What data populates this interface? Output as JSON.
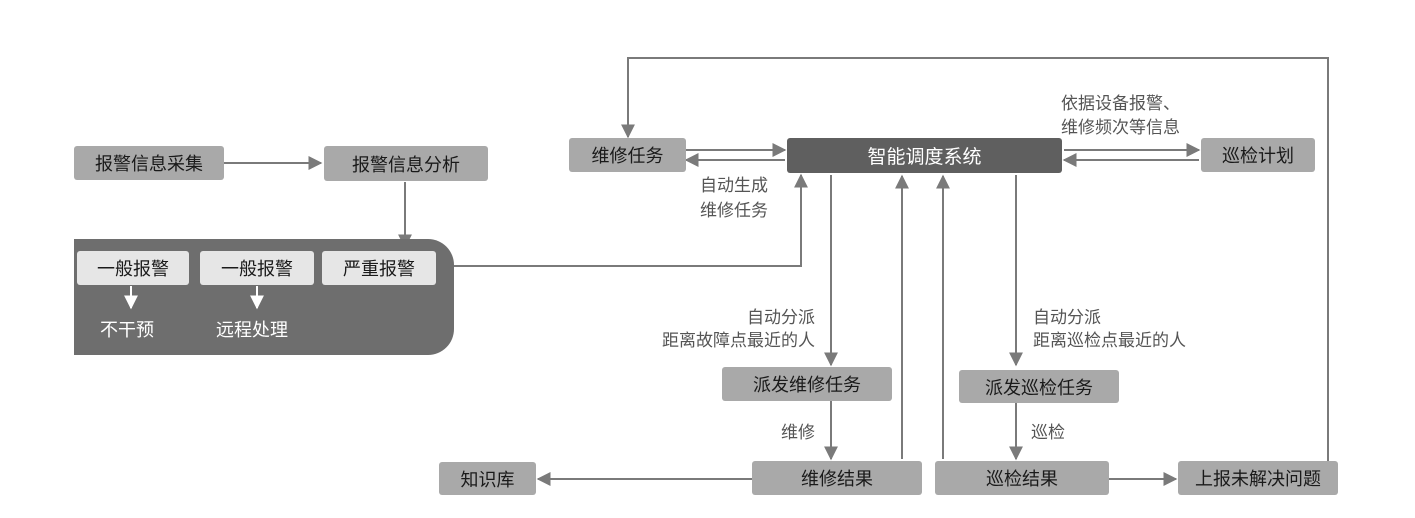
{
  "nodes": {
    "alarm_collect": "报警信息采集",
    "alarm_analysis": "报警信息分析",
    "general_alarm_1": "一般报警",
    "general_alarm_2": "一般报警",
    "severe_alarm": "严重报警",
    "no_intervention": "不干预",
    "remote_handling": "远程处理",
    "repair_task": "维修任务",
    "dispatch_system": "智能调度系统",
    "inspection_plan": "巡检计划",
    "dispatch_repair": "派发维修任务",
    "dispatch_inspection": "派发巡检任务",
    "repair_result": "维修结果",
    "inspection_result": "巡检结果",
    "knowledge_base": "知识库",
    "report_unsolved": "上报未解决问题"
  },
  "labels": {
    "auto_generate_1": "自动生成",
    "auto_generate_2": "维修任务",
    "basis_1": "依据设备报警、",
    "basis_2": "维修频次等信息",
    "repair_assign_1": "自动分派",
    "repair_assign_2": "距离故障点最近的人",
    "inspect_assign_1": "自动分派",
    "inspect_assign_2": "距离巡检点最近的人",
    "repair_step": "维修",
    "inspect_step": "巡检"
  },
  "colors": {
    "box_fill": "#a9a9a9",
    "dispatch_fill": "#5f5f5f",
    "panel_fill": "#6e6e6e",
    "line": "#7a7a7a"
  }
}
